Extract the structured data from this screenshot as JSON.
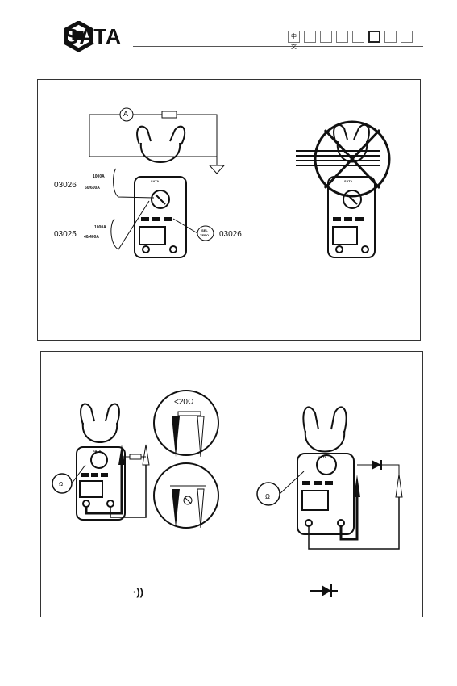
{
  "header": {
    "brand": "SATA",
    "lang_label": "中文",
    "lang_tabs": [
      "中文",
      "",
      "",
      "",
      "",
      "",
      "",
      ""
    ],
    "active_tab_index": 5
  },
  "top_panel": {
    "label_left_top": "03026",
    "label_left_bottom": "03025",
    "label_right": "03026",
    "callout_a_line1": "1000A",
    "callout_a_line2": "60/600A",
    "callout_b_line1": "1000A",
    "callout_b_line2": "40/400A",
    "callout_c_line1": "SEL",
    "callout_c_line2": "ZERO",
    "ammeter_label": "A",
    "meter_brand": "SATA"
  },
  "bottom_left_panel": {
    "resistance_label": "<20Ω",
    "meter_brand": "SATA",
    "dial_symbol": "Ω",
    "continuity_symbol": "·))"
  },
  "bottom_right_panel": {
    "meter_brand": "SATA",
    "dial_symbol": "Ω"
  },
  "colors": {
    "ink": "#111111",
    "border": "#333333"
  }
}
